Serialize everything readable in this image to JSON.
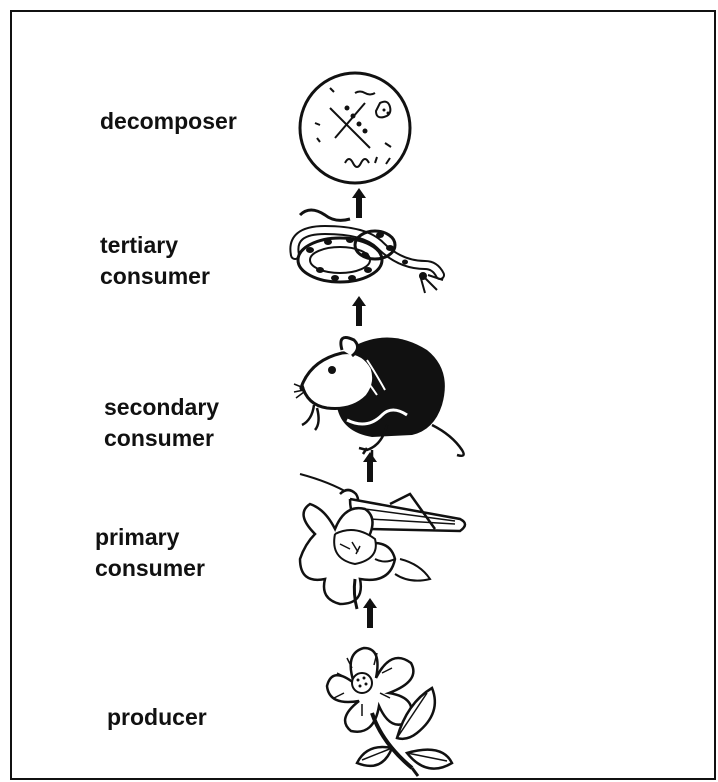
{
  "levels": [
    {
      "lines": [
        "decomposer"
      ],
      "icon": "microorganisms-icon"
    },
    {
      "lines": [
        "tertiary",
        "consumer"
      ],
      "icon": "snake-icon"
    },
    {
      "lines": [
        "secondary",
        "consumer"
      ],
      "icon": "rat-icon"
    },
    {
      "lines": [
        "primary",
        "consumer"
      ],
      "icon": "grasshopper-on-flower-icon"
    },
    {
      "lines": [
        "producer"
      ],
      "icon": "flower-icon"
    }
  ],
  "colors": {
    "ink": "#111111",
    "background": "#ffffff"
  }
}
